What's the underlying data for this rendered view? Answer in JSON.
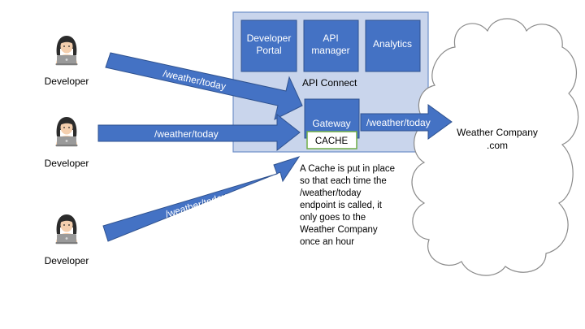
{
  "developers": [
    {
      "label": "Developer"
    },
    {
      "label": "Developer"
    },
    {
      "label": "Developer"
    }
  ],
  "arrows": [
    {
      "label": "/weather/today"
    },
    {
      "label": "/weather/today"
    },
    {
      "label": "/weather/today"
    },
    {
      "label": "/weather/today"
    }
  ],
  "api_connect": {
    "title": "API Connect",
    "modules": [
      {
        "lines": [
          "Developer",
          "Portal"
        ]
      },
      {
        "lines": [
          "API",
          "manager"
        ]
      },
      {
        "lines": [
          "Analytics"
        ]
      }
    ],
    "gateway": "Gateway",
    "cache": "CACHE"
  },
  "cloud": {
    "lines": [
      "Weather Company",
      ".com"
    ]
  },
  "note": {
    "lines": [
      "A Cache is put in place",
      "so that each time the",
      "/weather/today",
      "endpoint is called, it",
      "only goes to the",
      "Weather Company",
      "once an hour"
    ]
  },
  "colors": {
    "accent_blue": "#4472C4",
    "panel_fill": "#C9D5EC",
    "panel_stroke": "#6F8FC8"
  }
}
